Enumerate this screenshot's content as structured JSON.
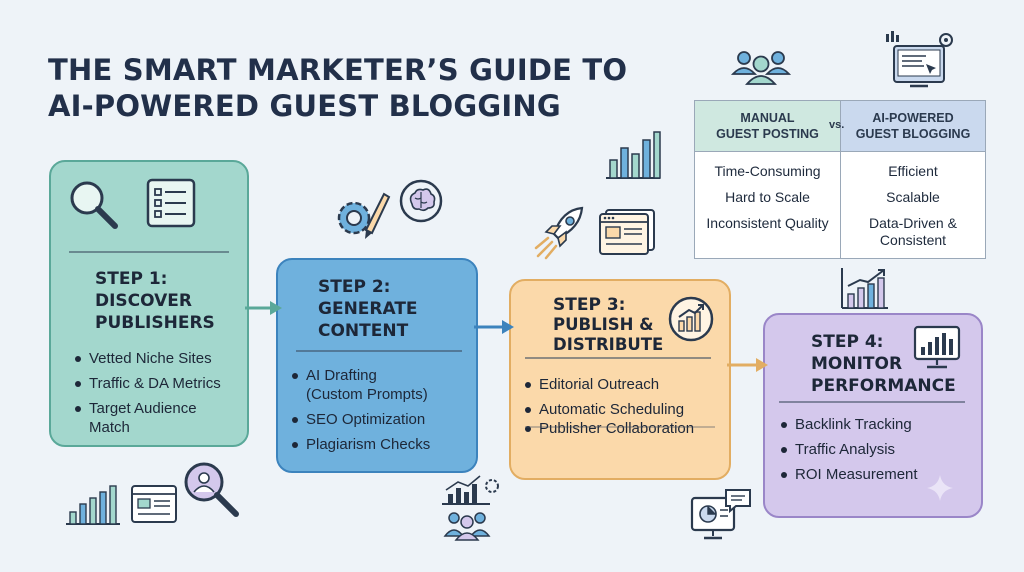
{
  "title": {
    "line1": "THE SMART MARKETER’S GUIDE TO",
    "line2": "AI-POWERED GUEST BLOGGING"
  },
  "comparison": {
    "left_header_line1": "MANUAL",
    "left_header_line2": "GUEST POSTING",
    "vs": "vs.",
    "right_header_line1": "AI-POWERED",
    "right_header_line2": "GUEST BLOGGING",
    "left_rows": [
      "Time-Consuming",
      "Hard to Scale",
      "Inconsistent Quality"
    ],
    "right_rows": [
      "Efficient",
      "Scalable",
      "Data-Driven &",
      "Consistent"
    ]
  },
  "steps": [
    {
      "title_lines": [
        "STEP 1:",
        "DISCOVER",
        "PUBLISHERS"
      ],
      "bullets": [
        "Vetted Niche Sites",
        "Traffic & DA Metrics",
        "Target Audience",
        "Match"
      ],
      "color": "#a3d7cd"
    },
    {
      "title_lines": [
        "STEP 2:",
        "GENERATE",
        "CONTENT"
      ],
      "bullets": [
        "AI Drafting",
        "(Custom Prompts)",
        "SEO Optimization",
        "Plagiarism Checks"
      ],
      "color": "#6fb1dd"
    },
    {
      "title_lines": [
        "STEP 3:",
        "PUBLISH &",
        "DISTRIBUTE"
      ],
      "bullets": [
        "Editorial Outreach",
        "Automatic Scheduling",
        "Publisher Collaboration"
      ],
      "color": "#fbd9aa"
    },
    {
      "title_lines": [
        "STEP 4:",
        "MONITOR",
        "PERFORMANCE"
      ],
      "bullets": [
        "Backlink Tracking",
        "Traffic Analysis",
        "ROI Measurement"
      ],
      "color": "#d4c8ec"
    }
  ],
  "icons": {
    "step1": [
      "magnifier-icon",
      "checklist-icon"
    ],
    "step2": [
      "gear-pencil-icon",
      "brain-icon"
    ],
    "step3": [
      "rocket-icon",
      "browser-article-icon"
    ],
    "step4": [
      "monitor-chart-icon"
    ],
    "decor": [
      "team-icon",
      "dashboard-screen-icon",
      "bar-chart-icon",
      "growth-chart-icon",
      "analytics-chart-icon",
      "people-chart-icon",
      "chat-monitor-icon",
      "sparkle-icon"
    ]
  }
}
